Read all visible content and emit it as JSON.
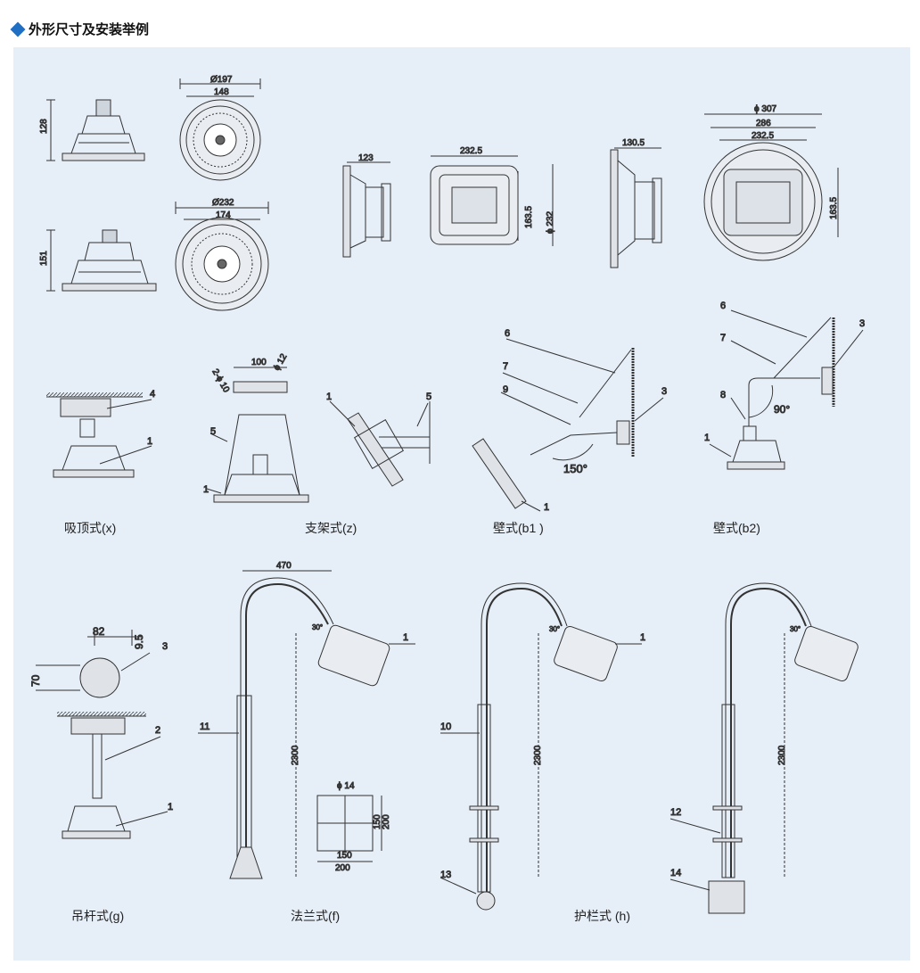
{
  "header": {
    "title": "外形尺寸及安装举例"
  },
  "colors": {
    "accent": "#1f6fc4",
    "panel": "#e6eef7",
    "line": "#333333"
  },
  "captions": {
    "x": "吸顶式(x)",
    "z": "支架式(z)",
    "b1": "壁式(b1 )",
    "b2": "壁式(b2)",
    "g": "吊杆式(g)",
    "f": "法兰式(f)",
    "h": "护栏式 (h)"
  },
  "dims": {
    "h128": "128",
    "d197": "Ø197",
    "d148": "148",
    "h151": "151",
    "d232": "Ø232",
    "d174": "174",
    "w123": "123",
    "w2325": "232.5",
    "h1635": "163.5",
    "phi232": "ϕ 232",
    "w1305": "130.5",
    "phi307": "ϕ 307",
    "w286": "286",
    "w2325b": "232.5",
    "h1635b": "163.5",
    "w100": "100",
    "phi10": "2-ϕ 10",
    "phi12": "ϕ 12",
    "a150": "150°",
    "a90": "90°",
    "w82": "82",
    "h95": "9.5",
    "h70": "70",
    "w470": "470",
    "h2300": "2300",
    "a30": "30°",
    "phi14": "ϕ 14",
    "f150": "150",
    "f200": "200",
    "f150b": "150",
    "f200b": "200"
  },
  "labels": {
    "n1": "1",
    "n2": "2",
    "n3": "3",
    "n4": "4",
    "n5": "5",
    "n6": "6",
    "n7": "7",
    "n8": "8",
    "n9": "9",
    "n10": "10",
    "n11": "11",
    "n12": "12",
    "n13": "13",
    "n14": "14"
  }
}
